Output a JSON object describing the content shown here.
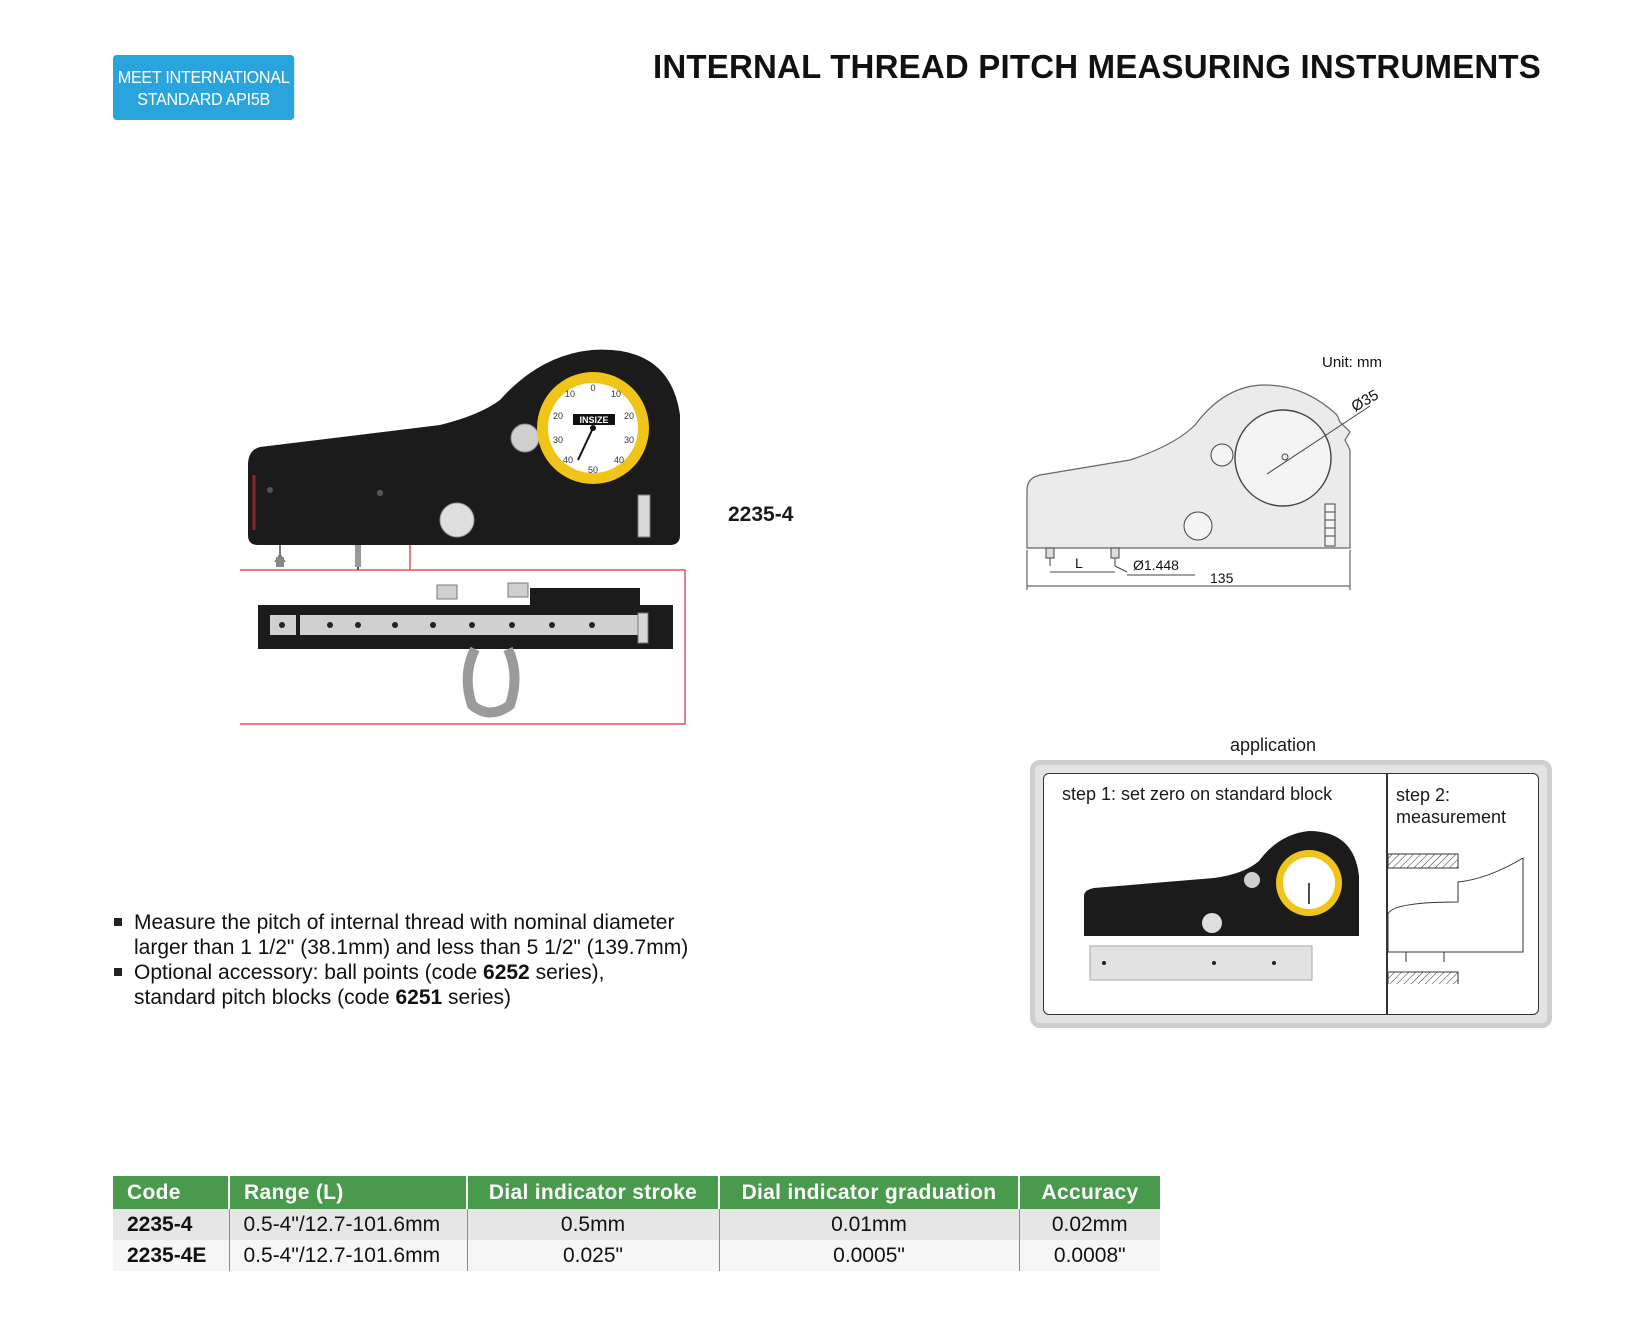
{
  "badge": {
    "line1": "MEET INTERNATIONAL",
    "line2": "STANDARD API5B"
  },
  "title": "INTERNAL THREAD PITCH MEASURING INSTRUMENTS",
  "product_model": "2235-4",
  "dial": {
    "brand": "INSIZE",
    "numbers": [
      "0",
      "10",
      "10",
      "20",
      "20",
      "30",
      "30",
      "40",
      "40",
      "50"
    ]
  },
  "drawing": {
    "unit": "Unit: mm",
    "dia": "Ø35",
    "tip": "Ø1.448",
    "length": "135",
    "L": "L"
  },
  "application": {
    "title": "application",
    "step1": "step 1: set zero on standard block",
    "step2_line1": "step 2:",
    "step2_line2": "measurement"
  },
  "bullets": [
    {
      "pre": "Measure the pitch of internal thread with nominal diameter",
      "line2": "larger than 1 1/2\" (38.1mm) and less than 5 1/2\" (139.7mm)"
    },
    {
      "pre": "Optional accessory: ball points (code ",
      "bold1": "6252",
      "mid": " series),",
      "pre2": "standard pitch blocks (code ",
      "bold2": "6251",
      "post2": " series)"
    }
  ],
  "table": {
    "headers": [
      "Code",
      "Range (L)",
      "Dial indicator stroke",
      "Dial indicator graduation",
      "Accuracy"
    ],
    "rows": [
      [
        "2235-4",
        "0.5-4\"/12.7-101.6mm",
        "0.5mm",
        "0.01mm",
        "0.02mm"
      ],
      [
        "2235-4E",
        "0.5-4\"/12.7-101.6mm",
        "0.025\"",
        "0.0005\"",
        "0.0008\""
      ]
    ]
  },
  "colors": {
    "badge": "#29a4dd",
    "table_header": "#4a9a4e",
    "dial_yellow": "#f1c419",
    "inset_border": "#d62e2e"
  }
}
